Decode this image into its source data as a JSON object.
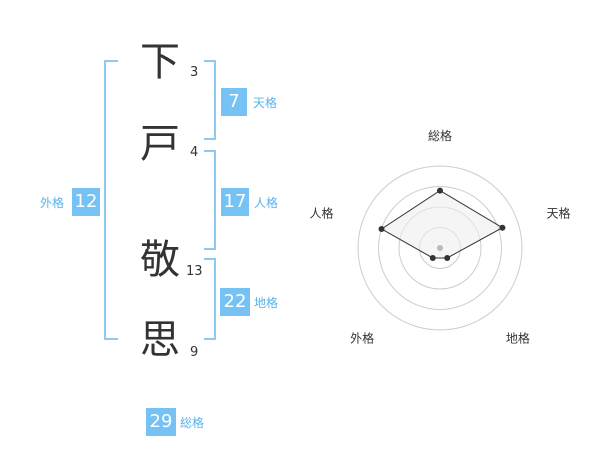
{
  "name": {
    "chars": [
      {
        "char": "下",
        "strokes": "3"
      },
      {
        "char": "戸",
        "strokes": "4"
      },
      {
        "char": "敬",
        "strokes": "13"
      },
      {
        "char": "思",
        "strokes": "9"
      }
    ]
  },
  "scores": {
    "tenkaku": {
      "label": "天格",
      "value": "7"
    },
    "jinkaku": {
      "label": "人格",
      "value": "17"
    },
    "chikaku": {
      "label": "地格",
      "value": "22"
    },
    "gaikaku": {
      "label": "外格",
      "value": "12"
    },
    "soukaku": {
      "label": "総格",
      "value": "29"
    }
  },
  "chart_data": {
    "type": "radar",
    "axes": [
      "総格",
      "天格",
      "地格",
      "外格",
      "人格"
    ],
    "values": [
      0.7,
      0.8,
      0.15,
      0.15,
      0.75
    ],
    "rings": 4,
    "range": [
      0,
      1
    ],
    "colors": {
      "line": "#333333",
      "fill": "#eeeeee",
      "ring": "#cccccc",
      "center": "#bbbbbb"
    }
  }
}
